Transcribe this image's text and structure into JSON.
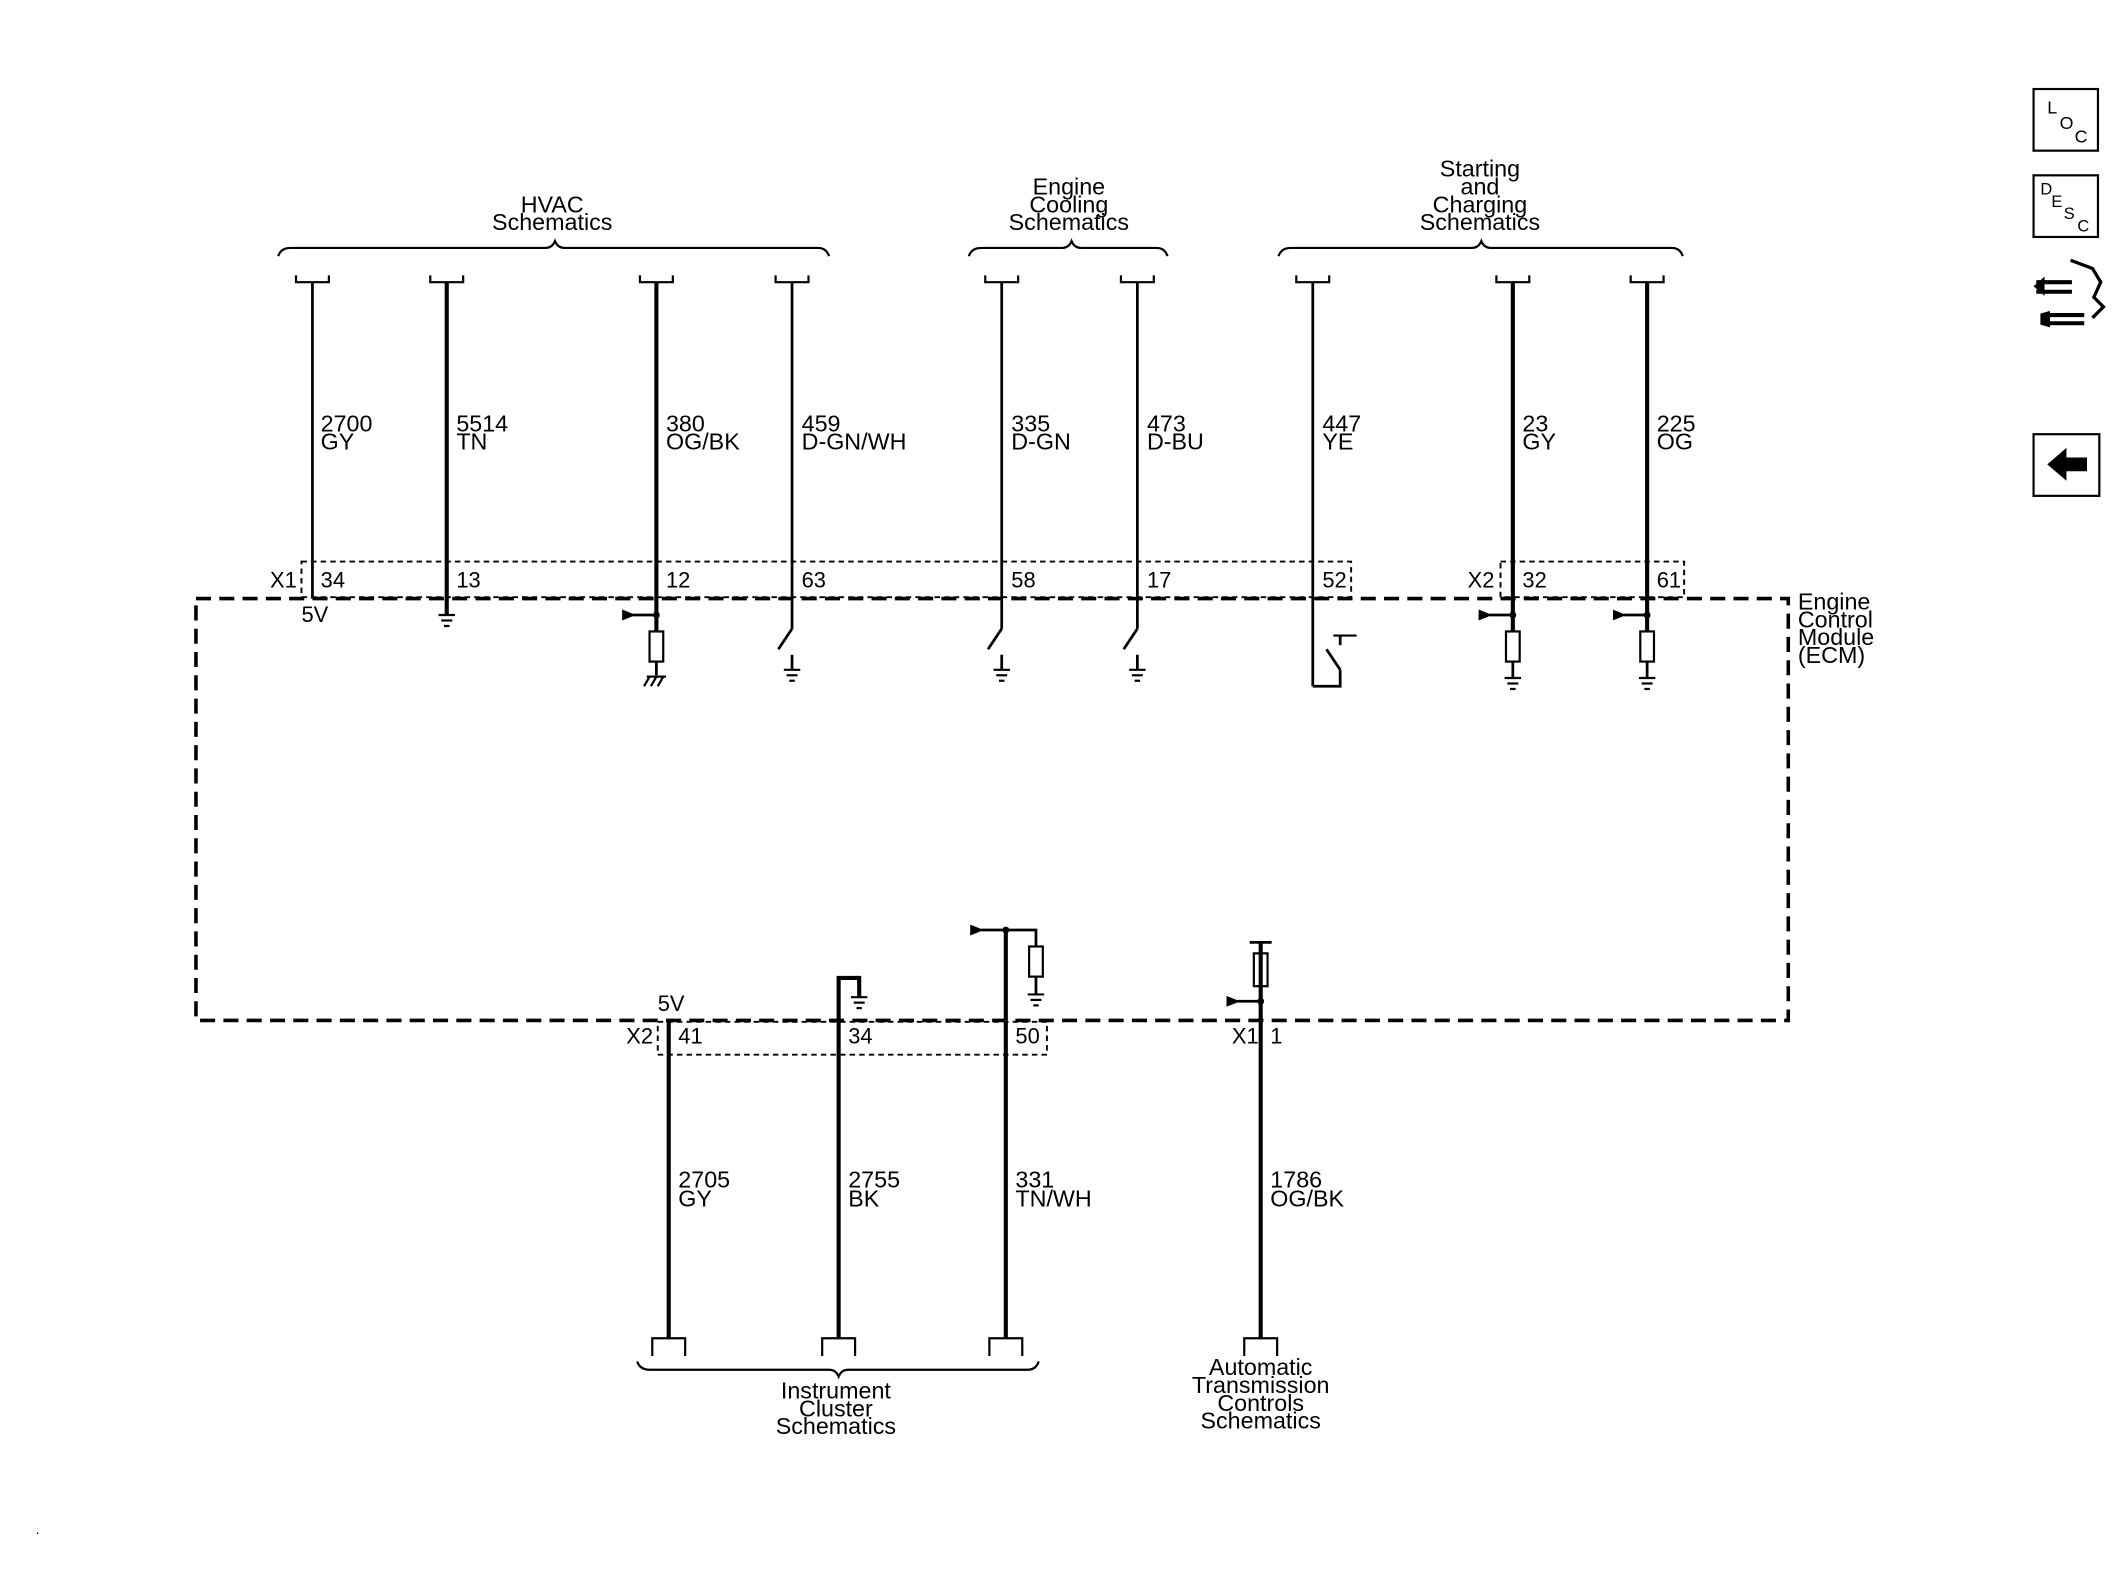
{
  "module": {
    "label": [
      "Engine",
      "Control",
      "Module",
      "(ECM)"
    ]
  },
  "top_groups": [
    {
      "id": "hvac",
      "label": [
        "HVAC",
        "Schematics"
      ]
    },
    {
      "id": "cooling",
      "label": [
        "Engine",
        "Cooling",
        "Schematics"
      ]
    },
    {
      "id": "starting",
      "label": [
        "Starting",
        "and",
        "Charging",
        "Schematics"
      ]
    }
  ],
  "bottom_groups": [
    {
      "id": "cluster",
      "label": [
        "Instrument",
        "Cluster",
        "Schematics"
      ]
    },
    {
      "id": "trans",
      "label": [
        "Automatic",
        "Transmission",
        "Controls",
        "Schematics"
      ]
    }
  ],
  "connectors": {
    "x1": "X1",
    "x2": "X2"
  },
  "voltage_label": "5V",
  "top_wires": [
    {
      "circuit": "2700",
      "color": "GY",
      "pin": "34",
      "conn": "X1"
    },
    {
      "circuit": "5514",
      "color": "TN",
      "pin": "13",
      "conn": ""
    },
    {
      "circuit": "380",
      "color": "OG/BK",
      "pin": "12",
      "conn": ""
    },
    {
      "circuit": "459",
      "color": "D-GN/WH",
      "pin": "63",
      "conn": ""
    },
    {
      "circuit": "335",
      "color": "D-GN",
      "pin": "58",
      "conn": ""
    },
    {
      "circuit": "473",
      "color": "D-BU",
      "pin": "17",
      "conn": ""
    },
    {
      "circuit": "447",
      "color": "YE",
      "pin": "52",
      "conn": ""
    },
    {
      "circuit": "23",
      "color": "GY",
      "pin": "32",
      "conn": "X2"
    },
    {
      "circuit": "225",
      "color": "OG",
      "pin": "61",
      "conn": ""
    }
  ],
  "bottom_wires": [
    {
      "circuit": "2705",
      "color": "GY",
      "pin": "41",
      "conn": "X2"
    },
    {
      "circuit": "2755",
      "color": "BK",
      "pin": "34",
      "conn": ""
    },
    {
      "circuit": "331",
      "color": "TN/WH",
      "pin": "50",
      "conn": ""
    },
    {
      "circuit": "1786",
      "color": "OG/BK",
      "pin": "1",
      "conn": "X1"
    }
  ],
  "toolbar": {
    "loc": {
      "letters": [
        "L",
        "O",
        "C"
      ],
      "icon": "loc-icon"
    },
    "desc": {
      "letters": [
        "D",
        "E",
        "S",
        "C"
      ],
      "icon": "desc-icon"
    },
    "connector": {
      "icon": "connector-repair-icon"
    },
    "back": {
      "icon": "back-arrow-icon"
    }
  }
}
